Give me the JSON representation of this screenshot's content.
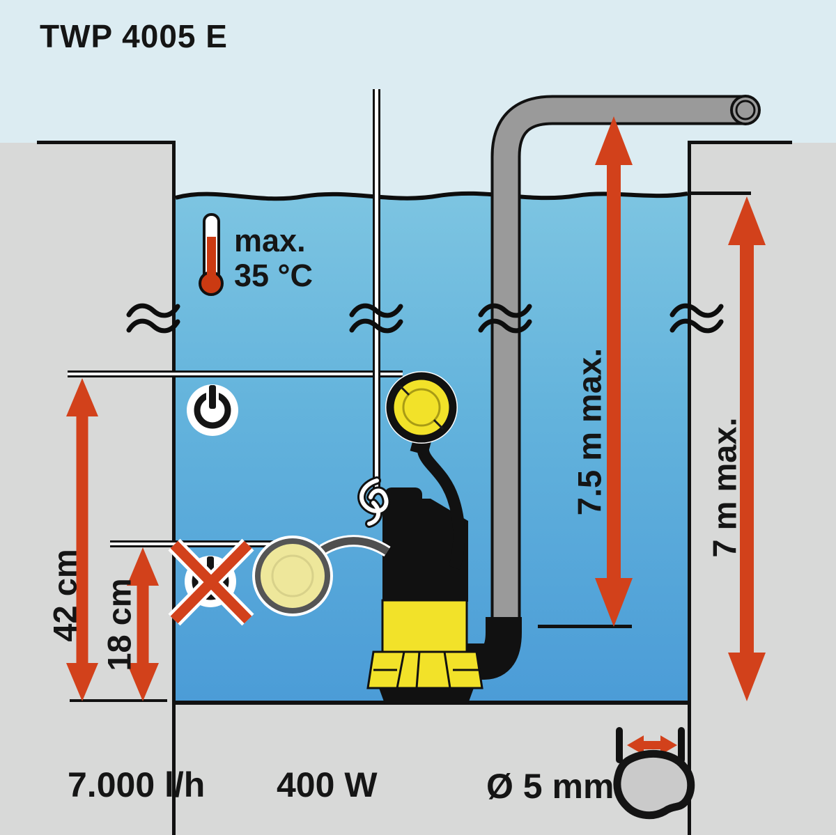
{
  "title": "TWP 4005 E",
  "temperature": {
    "label_max": "max.",
    "value": "35 °C"
  },
  "dimensions": {
    "switch_on_level": "42 cm",
    "switch_off_level": "18 cm",
    "max_delivery_head": "7.5 m max.",
    "max_immersion_depth": "7 m max."
  },
  "specs": {
    "flow_rate": "7.000 l/h",
    "power": "400 W",
    "max_particle_size": "Ø 5 mm"
  },
  "icons": [
    "thermometer-icon",
    "power-on-icon",
    "power-off-crossed-icon",
    "float-switch-active",
    "float-switch-inactive",
    "submersible-pump",
    "discharge-pipe",
    "rope",
    "water-surface",
    "break-marks",
    "pebble-icon",
    "diameter-arrow-icon"
  ],
  "colors": {
    "accent_orange": "#d2411b",
    "sky": "#dcecf2",
    "ground_gray": "#d8d9d8",
    "water_top": "#7fc6e2",
    "water_bottom": "#4b9cd7",
    "pump_yellow": "#f2e229",
    "float_pale_yellow": "#eee79b",
    "pipe_gray": "#9a9a9a",
    "outline_black": "#111111"
  }
}
